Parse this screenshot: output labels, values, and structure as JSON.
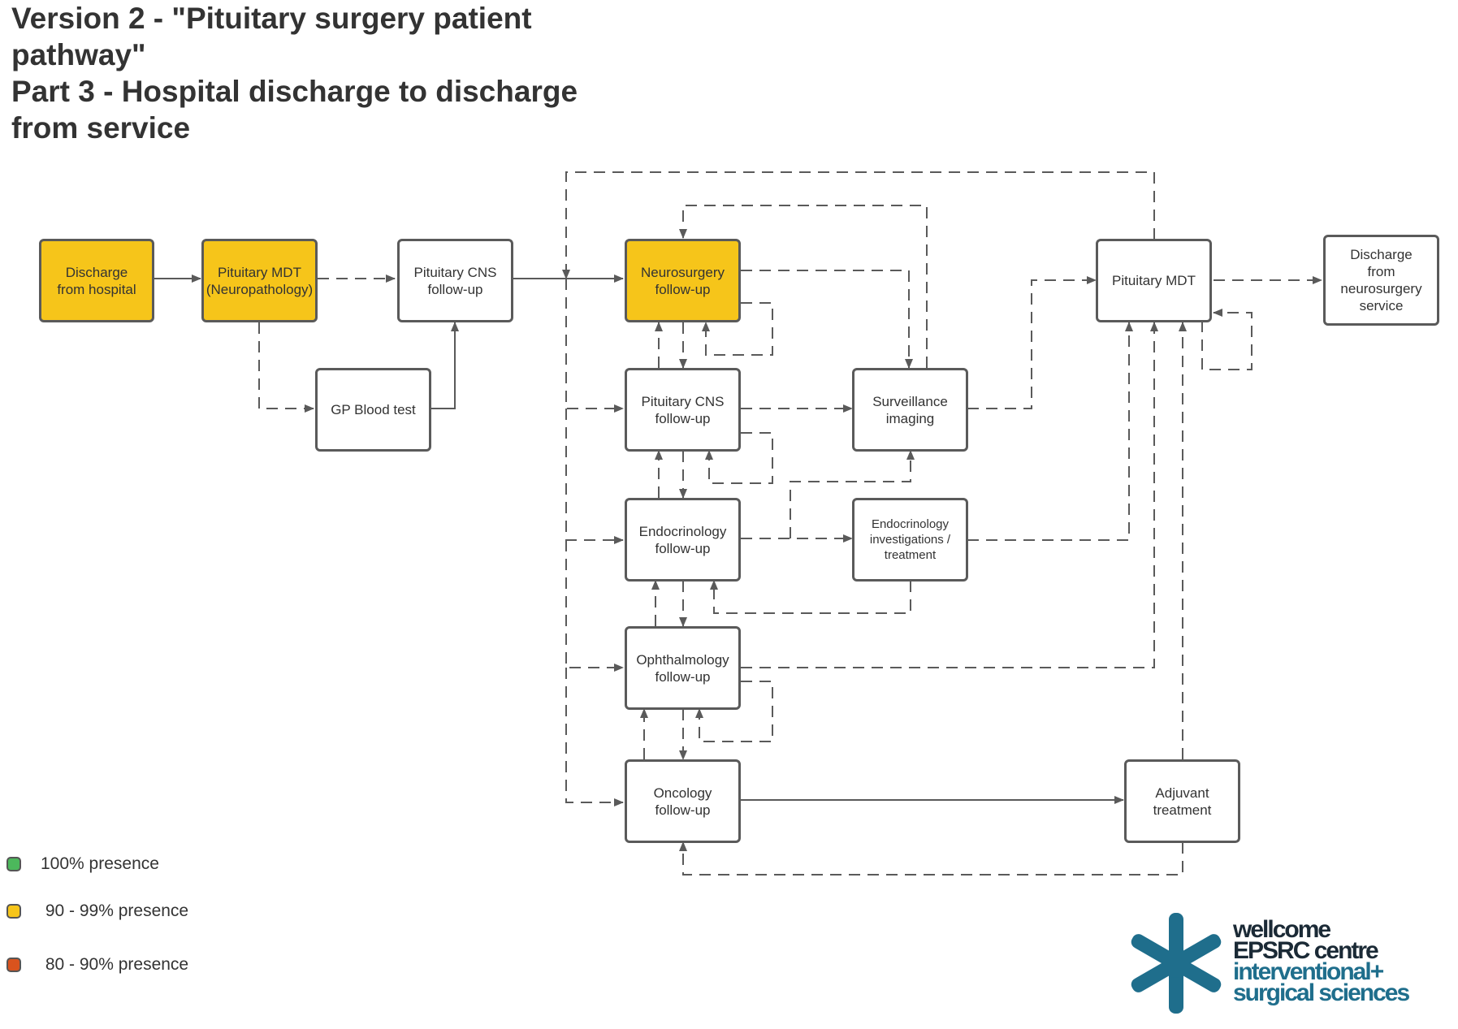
{
  "title": {
    "line1": "Version 2 - \"Pituitary surgery patient",
    "line2": "pathway\"",
    "line3": "Part 3 - Hospital discharge to discharge",
    "line4": "from service"
  },
  "nodes": {
    "discharge_hospital": "Discharge\nfrom hospital",
    "mdt_neuropath": "Pituitary MDT\n(Neuropathology)",
    "cns_followup_1": "Pituitary CNS\nfollow-up",
    "gp_blood": "GP Blood test",
    "neurosurgery_followup": "Neurosurgery\nfollow-up",
    "cns_followup_2": "Pituitary CNS\nfollow-up",
    "endocrinology_followup": "Endocrinology\nfollow-up",
    "ophthalmology_followup": "Ophthalmology\nfollow-up",
    "oncology_followup": "Oncology\nfollow-up",
    "surveillance_imaging": "Surveillance\nimaging",
    "endo_investigations": "Endocrinology\ninvestigations /\ntreatment",
    "pituitary_mdt": "Pituitary MDT",
    "discharge_service": "Discharge\nfrom\nneurosurgery\nservice",
    "adjuvant": "Adjuvant\ntreatment"
  },
  "legend": [
    {
      "label": "100% presence",
      "color": "#4cb85c"
    },
    {
      "label": " 90 - 99% presence",
      "color": "#f6c51a"
    },
    {
      "label": " 80 - 90% presence",
      "color": "#d9531e"
    }
  ],
  "logo": {
    "line1": "wellcome",
    "line2": "EPSRC centre",
    "line3": "interventional+",
    "line4": "surgical sciences"
  },
  "colors": {
    "highlight": "#f6c51a",
    "stroke": "#5a5a5a",
    "logo_dark": "#1b2a36",
    "logo_teal": "#1f6e8c"
  }
}
